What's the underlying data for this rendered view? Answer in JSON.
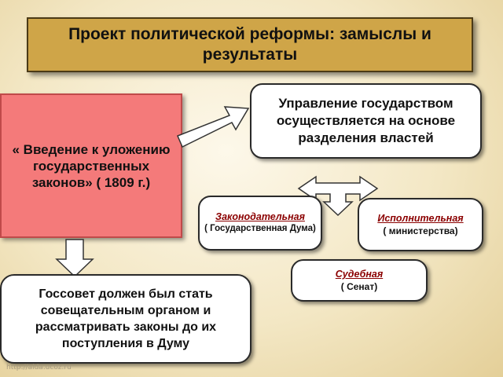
{
  "title": "Проект политической реформы: замыслы и результаты",
  "source": {
    "text": "« Введение к уложению государственных законов» ( 1809 г.)"
  },
  "principle": {
    "text": "Управление государством осуществляется на основе разделения властей"
  },
  "branches": {
    "legislative": {
      "title": "Законодательная",
      "body": "( Государственная Дума)"
    },
    "executive": {
      "title": "Исполнительная",
      "body": "( министерства)"
    },
    "judicial": {
      "title": "Судебная",
      "body": "( Сенат)"
    }
  },
  "council": {
    "text": "Госсовет должен был стать совещательным органом и рассматривать законы до их поступления в Думу"
  },
  "watermark": "http://aida.ucoz.ru",
  "colors": {
    "title_bg": "#cfa548",
    "source_bg": "#f47a7a",
    "branch_title": "#8b0000",
    "background": "#f3e7c4"
  }
}
